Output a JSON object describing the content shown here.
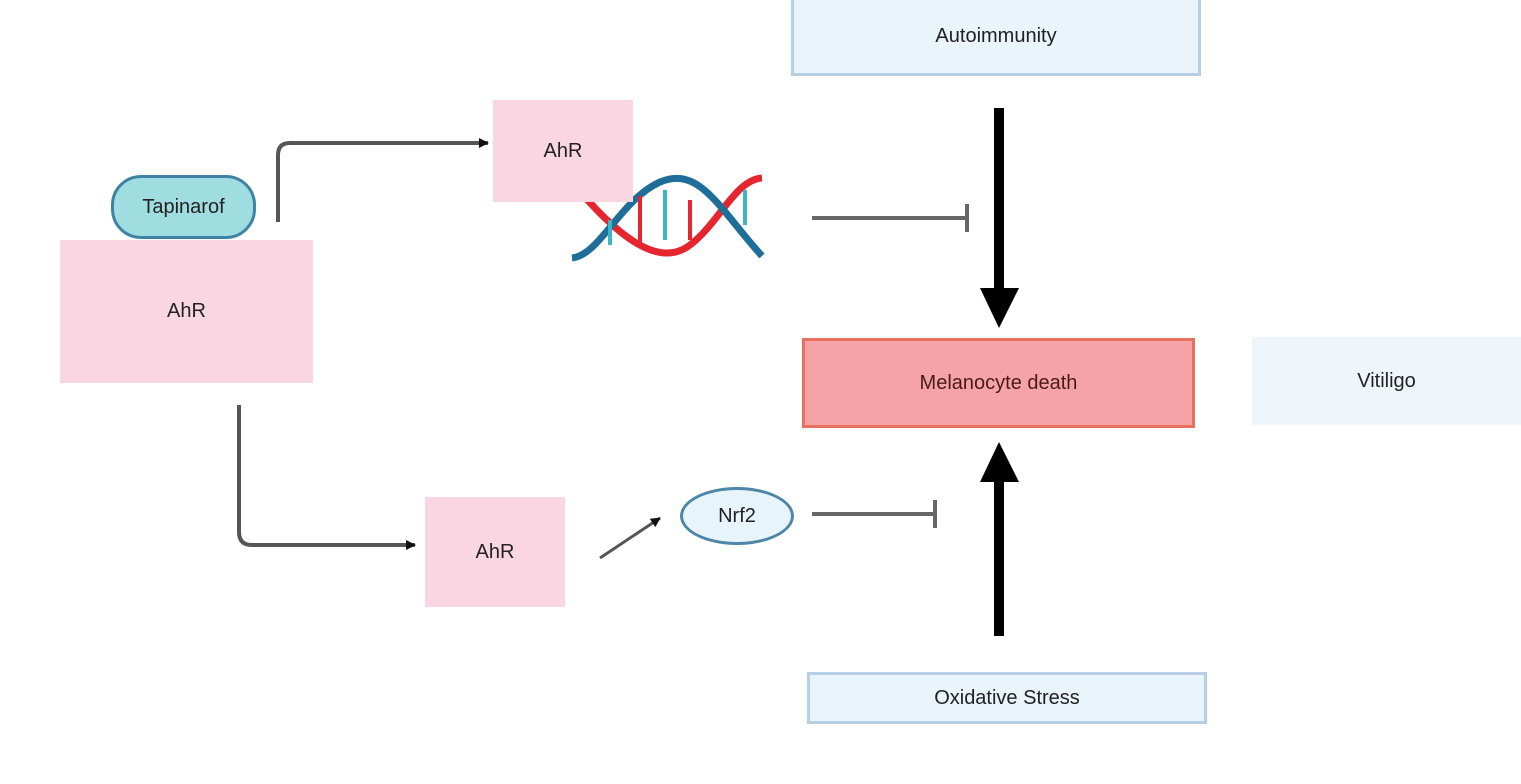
{
  "diagram": {
    "nodes": {
      "autoimmunity": "Autoimmunity",
      "tapinarof": "Tapinarof",
      "ahr_main": "AhR",
      "ahr_top": "AhR",
      "ahr_bottom": "AhR",
      "nrf2": "Nrf2",
      "melanocyte_death": "Melanocyte death",
      "vitiligo": "Vitiligo",
      "oxidative_stress": "Oxidative Stress"
    },
    "icons": {
      "dna": "dna-helix-icon"
    },
    "edges": [
      {
        "from": "ahr_main",
        "to": "ahr_top",
        "type": "activation"
      },
      {
        "from": "ahr_main",
        "to": "ahr_bottom",
        "type": "activation"
      },
      {
        "from": "ahr_bottom",
        "to": "nrf2",
        "type": "activation"
      },
      {
        "from": "dna",
        "to": "melanocyte_death",
        "type": "inhibition"
      },
      {
        "from": "nrf2",
        "to": "melanocyte_death",
        "type": "inhibition"
      },
      {
        "from": "autoimmunity",
        "to": "melanocyte_death",
        "type": "activation"
      },
      {
        "from": "oxidative_stress",
        "to": "melanocyte_death",
        "type": "activation"
      }
    ],
    "colors": {
      "ahr_fill": "#f9d6e1",
      "death_fill": "#f5a3a6",
      "death_border": "#e8705f",
      "dna_red": "#e5262f",
      "dna_blue": "#1f6e9a"
    }
  }
}
